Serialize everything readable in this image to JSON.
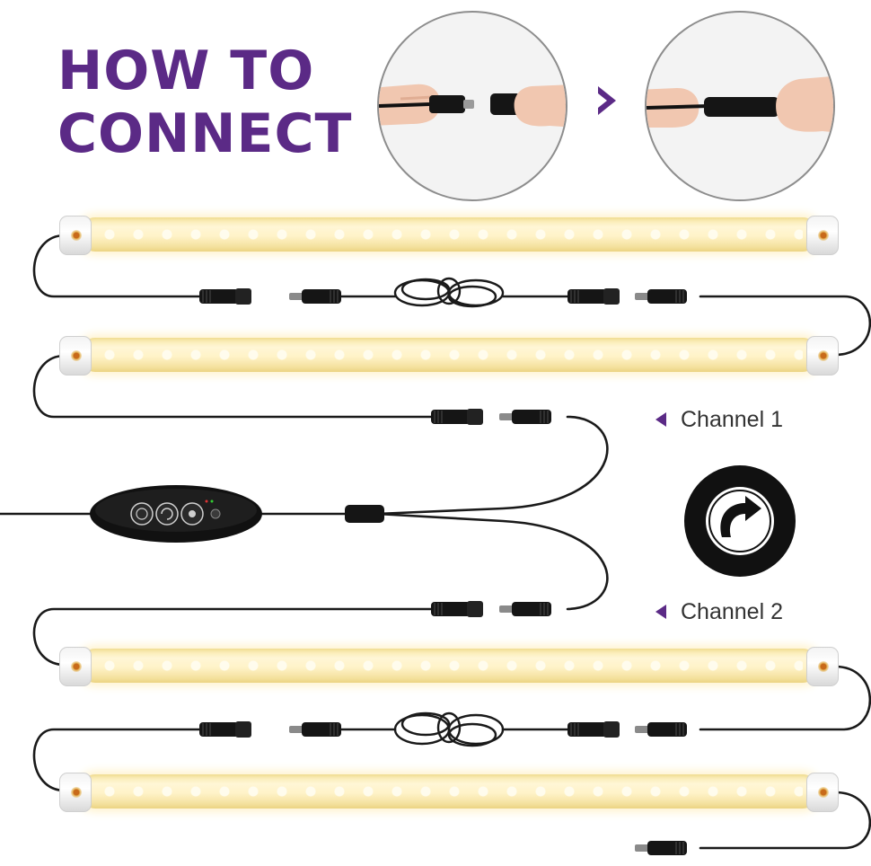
{
  "title": {
    "line1": "HOW TO",
    "line2": "CONNECT",
    "color": "#5b2a86"
  },
  "steps": [
    {
      "name": "step-disconnected",
      "state": "plug-and-socket-apart"
    },
    {
      "name": "step-connected",
      "state": "plug-and-socket-joined"
    }
  ],
  "next_arrow_icon": "chevron-right-icon",
  "channels": [
    {
      "label": "Channel 1"
    },
    {
      "label": "Channel 2"
    }
  ],
  "rotate_icon": "rotate-clockwise-arrow-icon",
  "controller": {
    "buttons": [
      "power-timer-icon",
      "mode-icon",
      "dimmer-icon"
    ],
    "indicator": "status-led"
  },
  "colors": {
    "accent": "#5b2a86",
    "cable": "#1a1a1a",
    "light_bar": "#fff3c8",
    "label_text": "#333333"
  }
}
